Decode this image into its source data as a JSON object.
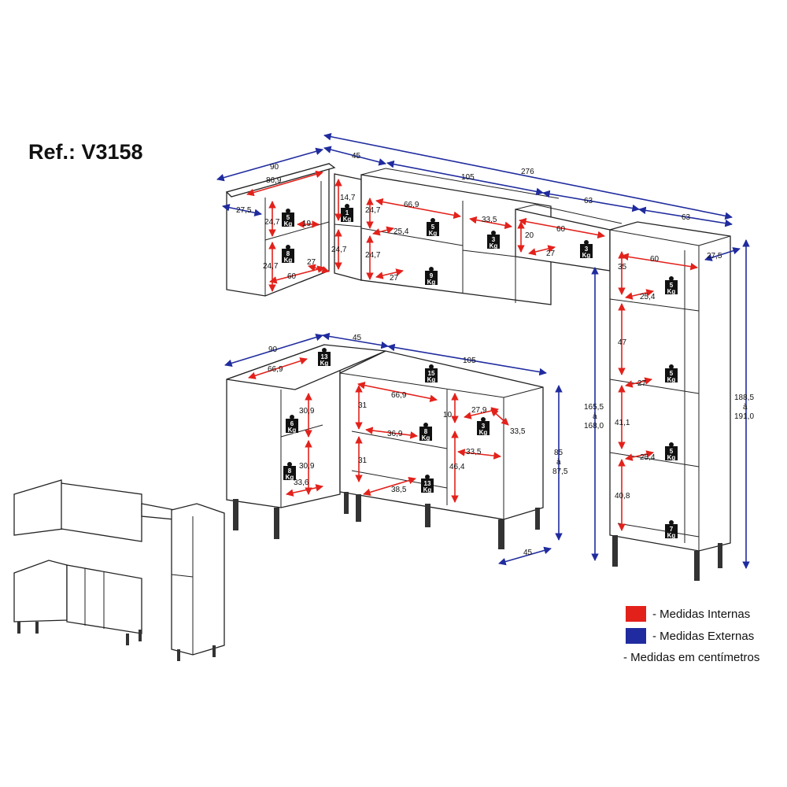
{
  "title": "Ref.: V3158",
  "colors": {
    "internal": "#e3211b",
    "external": "#1f2b9e"
  },
  "legend": {
    "internal": "- Medidas Internas",
    "external": "- Medidas Externas",
    "units": "- Medidas em centímetros"
  },
  "upper": {
    "ext": {
      "w90": "90",
      "w45": "45",
      "w105": "105",
      "w276": "276",
      "w63a": "63",
      "w63b": "63",
      "d27": "27,5"
    },
    "int": {
      "i869": "86,9",
      "i247a": "24,7",
      "i19": "19",
      "i147": "14,7",
      "i247b": "24,7",
      "i27a": "27",
      "i247c": "24,7",
      "i60a": "60",
      "i669": "66,9",
      "i254": "25,4",
      "i247d": "24,7",
      "i27b": "27",
      "i335": "33,5",
      "i20": "20",
      "i60b": "60",
      "i27c": "27"
    },
    "weights": {
      "a": "5",
      "b": "1",
      "c": "8",
      "d": "5",
      "e": "3",
      "f": "9",
      "g": "3"
    }
  },
  "lower": {
    "ext": {
      "w90": "90",
      "w45": "45",
      "w105": "105",
      "h85": "85",
      "h85b": "à",
      "h875": "87,5",
      "d45": "45"
    },
    "int": {
      "i669a": "66,9",
      "i309a": "30,9",
      "i309b": "30,9",
      "i336": "33,6",
      "i669b": "66,9",
      "i31a": "31",
      "i369": "36,9",
      "i31b": "31",
      "i385": "38,5",
      "i10": "10",
      "i279": "27,9",
      "i335a": "33,5",
      "i335b": "33,5",
      "i464": "46,4"
    },
    "weights": {
      "a": "13",
      "b": "15",
      "c": "6",
      "d": "8",
      "e": "8",
      "f": "3",
      "g": "13"
    }
  },
  "tall": {
    "ext": {
      "h1655": "165,5",
      "ha": "à",
      "h1680": "168,0",
      "h1885": "188,5",
      "hb": "à",
      "h1910": "191,0",
      "d275": "27,5"
    },
    "int": {
      "i60": "60",
      "i35": "35",
      "i254a": "25,4",
      "i47": "47",
      "i27": "27",
      "i411": "41,1",
      "i254b": "25,4",
      "i408": "40,8"
    },
    "weights": {
      "a": "5",
      "b": "5",
      "c": "5",
      "d": "7"
    }
  },
  "kg": "Kg"
}
